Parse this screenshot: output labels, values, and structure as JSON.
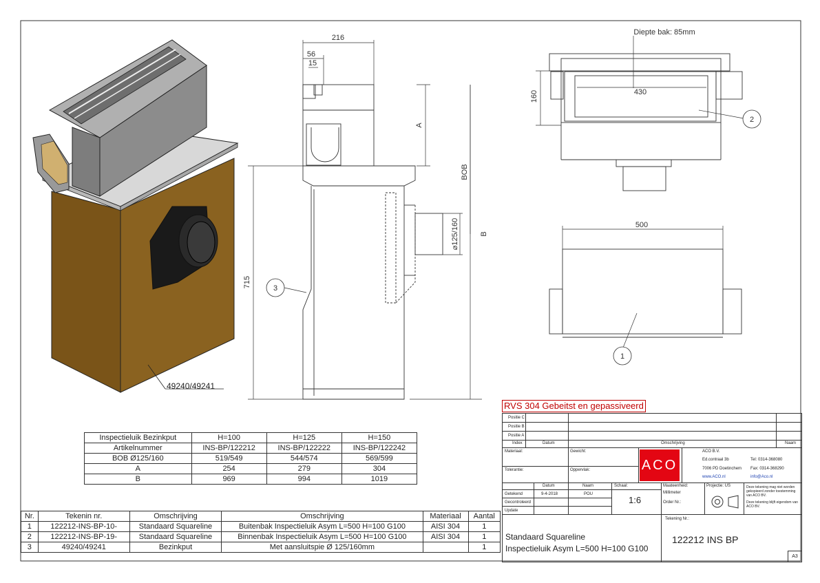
{
  "dimensions": {
    "w216": "216",
    "w56": "56",
    "w15": "15",
    "a": "A",
    "bob": "BOB",
    "b": "B",
    "h715": "715",
    "d125": "⌀125/160",
    "depth": "Diepte bak: 85mm",
    "w430": "430",
    "h160": "160",
    "w500": "500"
  },
  "callouts": {
    "c1": "1",
    "c2": "2",
    "c3": "3",
    "label_3d": "49240/49241"
  },
  "material_note": "RVS 304 Gebeitst en gepassiveerd",
  "spec_table": {
    "header": [
      "Inspectieluik Bezinkput",
      "H=100",
      "H=125",
      "H=150"
    ],
    "rows": [
      [
        "Artikelnummer",
        "INS-BP/122212",
        "INS-BP/122222",
        "INS-BP/122242"
      ],
      [
        "BOB Ø125/160",
        "519/549",
        "544/574",
        "569/599"
      ],
      [
        "A",
        "254",
        "279",
        "304"
      ],
      [
        "B",
        "969",
        "994",
        "1019"
      ]
    ]
  },
  "bom_table": {
    "header": [
      "Nr.",
      "Tekenin nr.",
      "Omschrijving",
      "Omschrijving",
      "Materiaal",
      "Aantal"
    ],
    "rows": [
      [
        "1",
        "122212-INS-BP-10-",
        "Standaard Squareline",
        "Buitenbak Inspectieluik Asym L=500 H=100 G100",
        "AISI 304",
        "1"
      ],
      [
        "2",
        "122212-INS-BP-19-",
        "Standaard Squareline",
        "Binnenbak Inspectieluik Asym L=500 H=100 G100",
        "AISI 304",
        "1"
      ],
      [
        "3",
        "49240/49241",
        "Bezinkput",
        "Met aansluitspie Ø 125/160mm",
        "",
        "1"
      ]
    ]
  },
  "title_block": {
    "rev_c": "Positie C",
    "rev_b": "Positie B",
    "rev_a": "Positie A",
    "index": "Index",
    "datum": "Datum",
    "omschrijving": "Omschrijving",
    "naam": "Naam",
    "materiaal": "Materiaal:",
    "gewicht": "Gewicht:",
    "tolerantie": "Tolerantie:",
    "oppervlak": "Oppervlak:",
    "company": "ACO B.V.",
    "address1": "Ed.contraal 3b",
    "address2": "7006 PD Doetinchem",
    "tel": "Tel: 0314-368080",
    "fax": "Fax: 0314-368290",
    "web": "www.ACO.nl",
    "email": "info@Aco.nl",
    "logo": "ACO",
    "datum_h": "Datum",
    "naam_h": "Naam",
    "schaal": "Schaal:",
    "getekend": "Getekend",
    "gecontroleerd": "Gecontroleerd",
    "update": "Update",
    "getekend_datum": "9-4-2018",
    "getekend_naam": "POU",
    "scale": "1:6",
    "maateenheid": "Maateenheid:",
    "millimeter": "Millimeter",
    "order": "Order Nr.:",
    "projectie": "Projectie: US",
    "copyright1": "Deze tekening mag niet worden gekopieerd zonder toestemming van ACO BV.",
    "copyright2": "Deze tekening blijft eigendom van ACO BV.",
    "tekening_nr_label": "Tekening Nr.:",
    "title1": "Standaard Squareline",
    "title2": "Inspectieluik Asym L=500 H=100 G100",
    "drawing_no": "122212 INS BP",
    "format": "A3"
  },
  "colors": {
    "tank": "#8a6220",
    "tank_side": "#6e4c18",
    "steel": "#8c8c8c",
    "aco_red": "#e30613",
    "note_red": "#c00000"
  }
}
